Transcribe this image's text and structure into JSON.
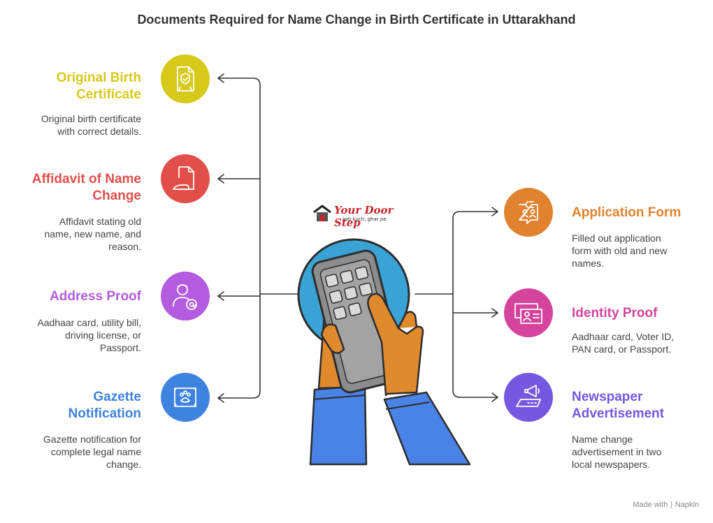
{
  "title": "Documents Required for Name Change in Birth Certificate in Uttarakhand",
  "colors": {
    "connector": "#333333",
    "hub": "#3aa3d6",
    "hand": "#e08a2e",
    "sleeve": "#4a83e6",
    "device": "#8c8c8c"
  },
  "left_items": [
    {
      "heading": "Original Birth Certificate",
      "heading_lines": [
        "Original Birth",
        "Certificate"
      ],
      "description_lines": [
        "Original birth certificate",
        "with correct details."
      ],
      "color": "#d6c91a",
      "icon": "certificate-icon"
    },
    {
      "heading": "Affidavit of Name Change",
      "heading_lines": [
        "Affidavit of Name",
        "Change"
      ],
      "description_lines": [
        "Affidavit stating old",
        "name, new name, and",
        "reason."
      ],
      "color": "#e24f4b",
      "icon": "signed-document-icon"
    },
    {
      "heading": "Address Proof",
      "heading_lines": [
        "Address Proof"
      ],
      "description_lines": [
        "Aadhaar card, utility bill,",
        "driving license, or",
        "Passport."
      ],
      "color": "#b35ce0",
      "icon": "person-at-icon"
    },
    {
      "heading": "Gazette Notification",
      "heading_lines": [
        "Gazette",
        "Notification"
      ],
      "description_lines": [
        "Gazette notification for",
        "complete legal name",
        "change."
      ],
      "color": "#3f83e0",
      "icon": "stamp-icon"
    }
  ],
  "right_items": [
    {
      "heading": "Application Form",
      "heading_lines": [
        "Application Form"
      ],
      "description_lines": [
        "Filled out application",
        "form with old and new",
        "names."
      ],
      "color": "#e0822e",
      "icon": "form-exchange-icon"
    },
    {
      "heading": "Identity Proof",
      "heading_lines": [
        "Identity Proof"
      ],
      "description_lines": [
        "Aadhaar card, Voter ID,",
        "PAN card, or Passport."
      ],
      "color": "#d4449c",
      "icon": "id-card-icon"
    },
    {
      "heading": "Newspaper Advertisement",
      "heading_lines": [
        "Newspaper",
        "Advertisement"
      ],
      "description_lines": [
        "Name change",
        "advertisement in two",
        "local newspapers."
      ],
      "color": "#7458e0",
      "icon": "megaphone-icon"
    }
  ],
  "logo": {
    "name": "Your Door Step",
    "tagline": "sab kuch, ghar pe"
  },
  "footer": {
    "made_with": "Made with",
    "brand": "Napkin"
  }
}
